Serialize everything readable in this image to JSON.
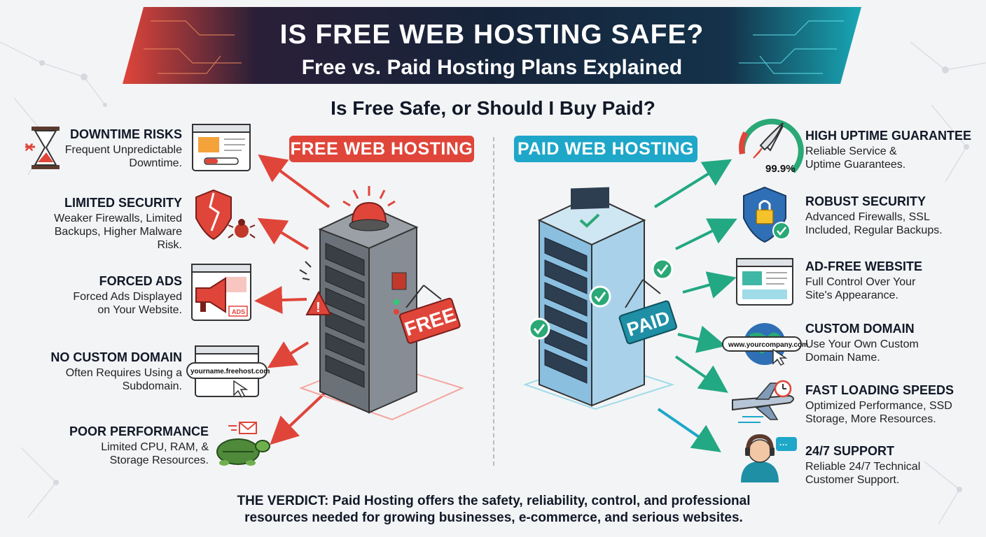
{
  "header": {
    "title": "IS FREE WEB HOSTING SAFE?",
    "subtitle": "Free vs. Paid Hosting Plans Explained"
  },
  "question": "Is Free Safe, or Should I Buy Paid?",
  "free_label": "FREE WEB HOSTING",
  "paid_label": "PAID WEB HOSTING",
  "free_server_sign": "FREE",
  "paid_server_sign": "PAID",
  "free_items": [
    {
      "title": "DOWNTIME RISKS",
      "desc": [
        "Frequent Unpredictable",
        "Downtime."
      ],
      "icon": "hourglass-icon"
    },
    {
      "title": "LIMITED SECURITY",
      "desc": [
        "Weaker Firewalls, Limited",
        "Backups, Higher Malware",
        "Risk."
      ],
      "icon": "broken-shield-icon"
    },
    {
      "title": "FORCED ADS",
      "desc": [
        "Forced Ads Displayed",
        "on Your Website."
      ],
      "icon": "megaphone-icon"
    },
    {
      "title": "NO CUSTOM DOMAIN",
      "desc": [
        "Often Requires Using a",
        "Subdomain."
      ],
      "icon": "subdomain-icon"
    },
    {
      "title": "POOR PERFORMANCE",
      "desc": [
        "Limited CPU, RAM, &",
        "Storage Resources."
      ],
      "icon": "turtle-icon"
    }
  ],
  "paid_items": [
    {
      "title": "HIGH UPTIME GUARANTEE",
      "desc": [
        "Reliable Service &",
        "Uptime Guarantees."
      ],
      "icon": "rocket-icon"
    },
    {
      "title": "ROBUST SECURITY",
      "desc": [
        "Advanced Firewalls, SSL",
        "Included, Regular Backups."
      ],
      "icon": "shield-lock-icon"
    },
    {
      "title": "AD-FREE WEBSITE",
      "desc": [
        "Full Control Over Your",
        "Site's Appearance."
      ],
      "icon": "clean-browser-icon"
    },
    {
      "title": "CUSTOM DOMAIN",
      "desc": [
        "Use Your Own Custom",
        "Domain Name."
      ],
      "icon": "globe-icon"
    },
    {
      "title": "FAST LOADING SPEEDS",
      "desc": [
        "Optimized Performance, SSD",
        "Storage, More Resources."
      ],
      "icon": "jet-icon"
    },
    {
      "title": "24/7 SUPPORT",
      "desc": [
        "Reliable 24/7 Technical",
        "Customer Support."
      ],
      "icon": "headset-icon"
    }
  ],
  "icon_labels": {
    "uptime": "99.9%",
    "free_domain": "yourname.freehost.com",
    "paid_domain": "www.yourcompany.com",
    "ads_tag": "ADS"
  },
  "verdict": [
    "THE VERDICT: Paid Hosting offers the safety, reliability, control, and professional",
    "resources needed for growing businesses, e-commerce, and serious websites."
  ],
  "colors": {
    "free_red": "#e0453a",
    "paid_teal": "#1ea7c9",
    "paid_green": "#2aa876",
    "banner_dark": "#16243a"
  }
}
